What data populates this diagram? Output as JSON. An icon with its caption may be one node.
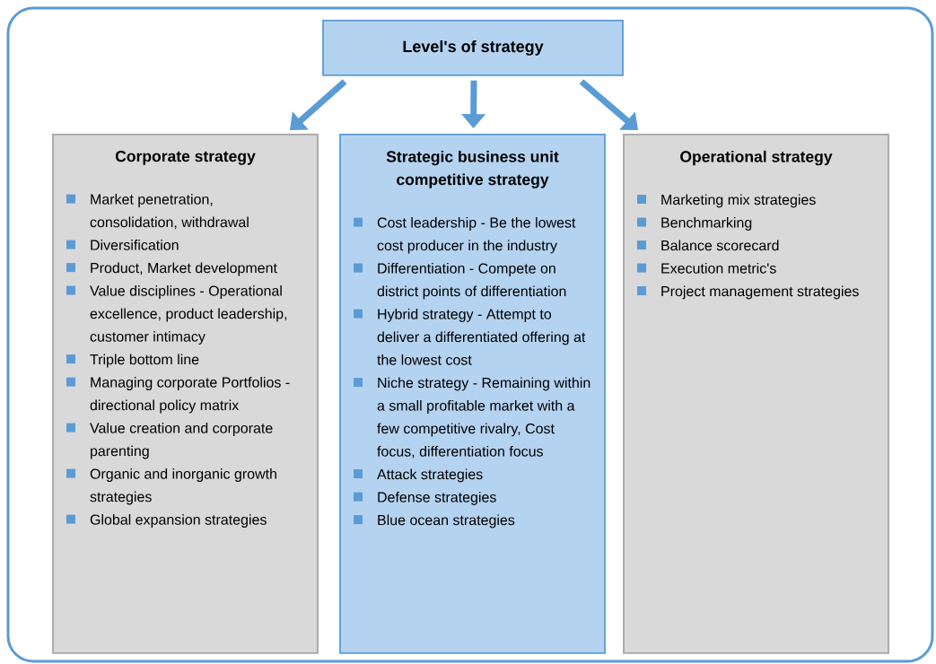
{
  "diagram": {
    "nodes": [
      {
        "text": [
          "Level's of strategy"
        ]
      },
      {
        "text": [
          "Corporate strategy",
          "Market penetration, consolidation, withdrawal",
          "Diversification",
          "Product, Market development",
          "Value disciplines - Operational excellence, product leadership, customer intimacy",
          "Triple bottom line",
          "Managing corporate Portfolios - directional policy matrix",
          "Value creation and corporate parenting",
          "Organic and inorganic growth strategies",
          "Global expansion strategies"
        ]
      },
      {
        "text": [
          "Strategic business unit competitive strategy",
          "Cost leadership - Be the lowest cost producer in the industry",
          "Differentiation - Compete on district points of differentiation",
          "Hybrid strategy - Attempt to deliver a differentiated offering at the lowest cost",
          "Niche strategy - Remaining within a small profitable market with a few competitive rivalry, Cost focus, differentiation focus",
          "Attack strategies",
          "Defense strategies",
          "Blue ocean strategies"
        ]
      },
      {
        "text": [
          "Operational strategy",
          "Marketing mix strategies",
          "Benchmarking",
          "Balance scorecard",
          "Execution metric's",
          "Project management strategies"
        ]
      }
    ],
    "edges": [
      {
        "from": 0,
        "to": 1,
        "arrow": "to"
      },
      {
        "from": 0,
        "to": 2,
        "arrow": "to"
      },
      {
        "from": 0,
        "to": 3,
        "arrow": "to"
      }
    ]
  }
}
